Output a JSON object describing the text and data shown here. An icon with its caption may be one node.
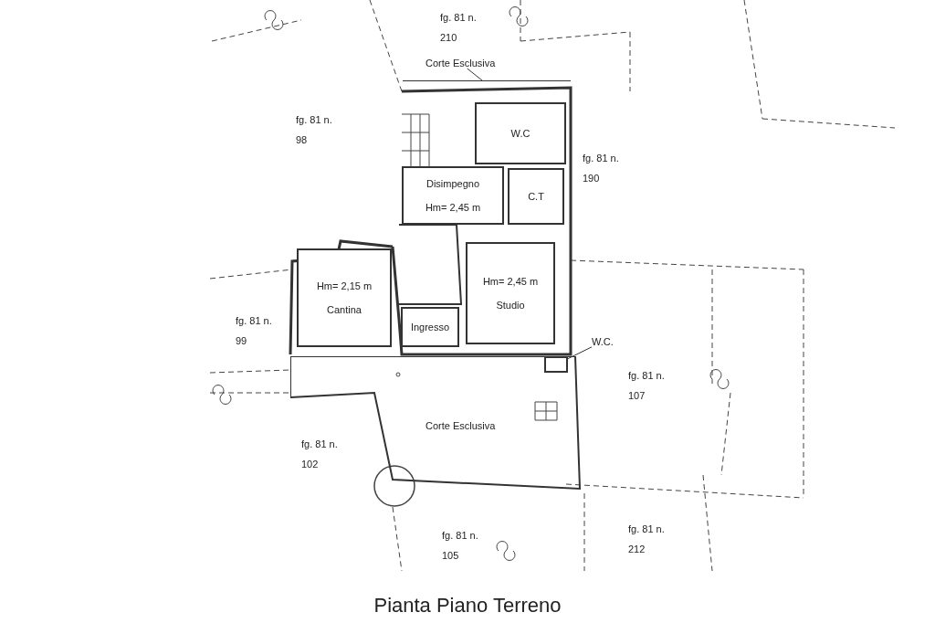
{
  "diagram": {
    "title": "Pianta Piano Terreno",
    "nodes": [
      {
        "text": [
          "Corte Esclusiva"
        ]
      },
      {
        "text": [
          "W.C"
        ]
      },
      {
        "text": [
          "Disimpegno",
          "Hm= 2,45 m"
        ]
      },
      {
        "text": [
          "C.T"
        ]
      },
      {
        "text": [
          "Hm= 2,45 m",
          "Studio"
        ]
      },
      {
        "text": [
          "Hm= 2,15 m",
          "Cantina"
        ]
      },
      {
        "text": [
          "Ingresso"
        ]
      },
      {
        "text": [
          "W.C."
        ]
      },
      {
        "text": [],
        "shape": "box",
        "in": 9
      },
      {
        "text": [
          "Corte Esclusiva"
        ]
      },
      {
        "text": [],
        "shape": "bar"
      }
    ],
    "edges": [
      {
        "from": 0,
        "to": 10,
        "arrow": "none"
      },
      {
        "from": 7,
        "to": 8,
        "arrow": "none"
      }
    ],
    "labels": [
      "fg. 81 n. 210",
      "fg. 81 n. 98",
      "fg. 81 n. 190",
      "fg. 81 n. 99",
      "fg. 81 n. 107",
      "fg. 81 n. 102",
      "fg. 81 n. 105",
      "fg. 81 n. 212"
    ]
  }
}
